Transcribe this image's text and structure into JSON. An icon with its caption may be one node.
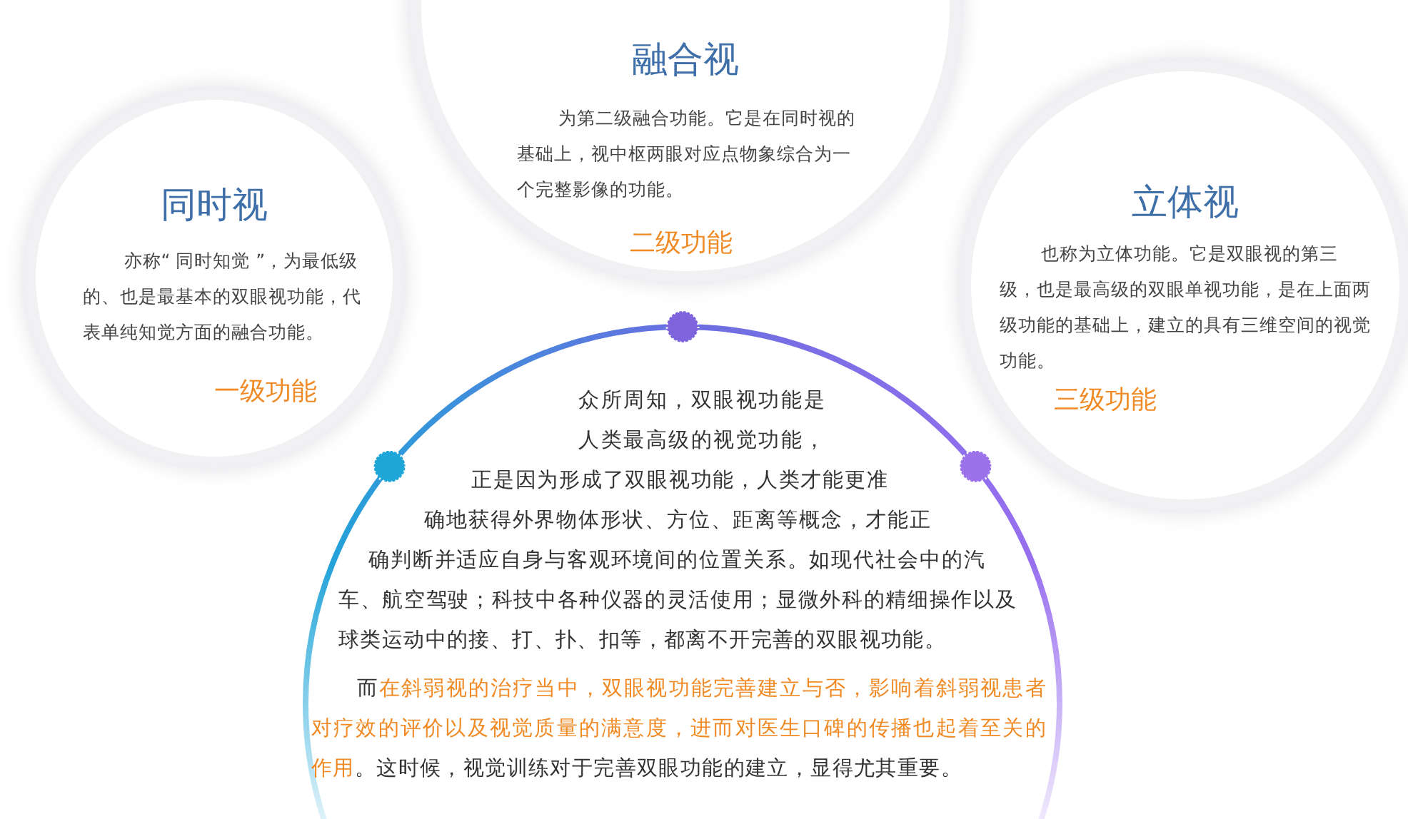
{
  "diagram": {
    "nodes": [
      {
        "text": [
          "同时视",
          "亦称“ 同时知觉 ”，为最低级的、也是最基本的双眼视功能，代表单纯知觉方面的融合功能。",
          "一级功能"
        ]
      },
      {
        "text": [
          "融合视",
          "为第二级融合功能。它是在同时视的基础上，视中枢两眼对应点物象综合为一个完整影像的功能。",
          "二级功能"
        ]
      },
      {
        "text": [
          "立体视",
          "也称为立体功能。它是双眼视的第三级，也是最高级的双眼单视功能，是在上面两级功能的基础上，建立的具有三维空间的视觉功能。",
          "三级功能"
        ]
      },
      {
        "text": [
          "众所周知，双眼视功能是人类最高级的视觉功能，正是因为形成了双眼视功能，人类才能更准确地获得外界物体形状、方位、距离等概念，才能正确判断并适应自身与客观环境间的位置关系。如现代社会中的汽车、航空驾驶；科技中各种仪器的灵活使用；显微外科的精细操作以及球类运动中的接、打、扑、扣等，都离不开完善的双眼视功能。",
          "而**在斜弱视的治疗当中，双眼视功能完善建立与否，影响着斜弱视患者对疗效的评价以及视觉质量的满意度，进而对医生口碑的传播也起着至关的作用**。这时候，视觉训练对于完善双眼功能的建立，显得尤其重要。"
        ]
      }
    ]
  }
}
